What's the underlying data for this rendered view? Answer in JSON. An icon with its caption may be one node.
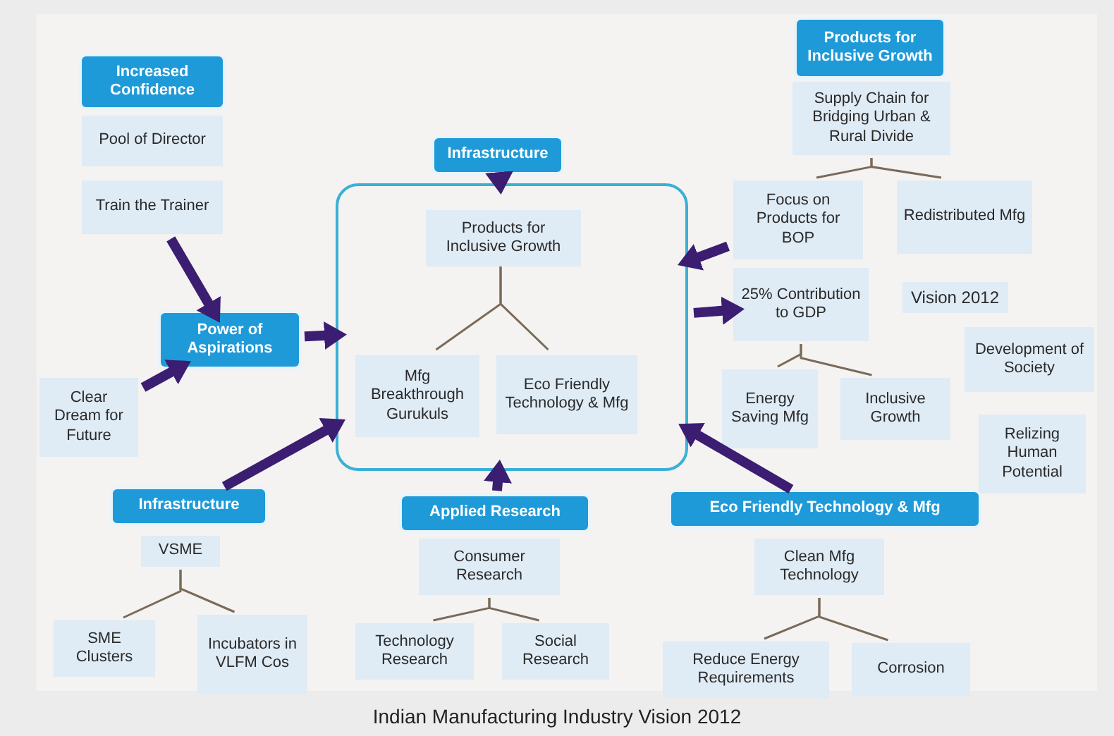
{
  "diagram": {
    "caption": "Indian Manufacturing Industry Vision 2012",
    "nodes": [
      {
        "text": [
          "Increased Confidence"
        ]
      },
      {
        "text": [
          "Pool of Director"
        ]
      },
      {
        "text": [
          "Train the Trainer"
        ]
      },
      {
        "text": [
          "Power of Aspirations"
        ]
      },
      {
        "text": [
          "Clear Dream for Future"
        ]
      },
      {
        "text": [],
        "shape": "box"
      },
      {
        "text": [
          "Products for Inclusive Growth"
        ],
        "in": 5
      },
      {
        "text": [
          "Mfg Breakthrough Gurukuls"
        ],
        "in": 5
      },
      {
        "text": [
          "Eco Friendly Technology & Mfg"
        ],
        "in": 5
      },
      {
        "text": [
          "Infrastructure"
        ]
      },
      {
        "text": [
          "Products for Inclusive Growth"
        ]
      },
      {
        "text": [
          "Supply Chain for Bridging Urban & Rural Divide"
        ]
      },
      {
        "text": [
          "Focus on Products for BOP"
        ]
      },
      {
        "text": [
          "Redistributed Mfg"
        ]
      },
      {
        "text": [
          "25% Contribution to GDP"
        ]
      },
      {
        "text": [
          "Energy Saving Mfg"
        ]
      },
      {
        "text": [
          "Inclusive Growth"
        ]
      },
      {
        "text": [
          "Development of Society"
        ]
      },
      {
        "text": [
          "Relizing Human Potential"
        ]
      },
      {
        "text": [
          "Infrastructure"
        ]
      },
      {
        "text": [
          "VSME"
        ]
      },
      {
        "text": [
          "SME Clusters"
        ]
      },
      {
        "text": [
          "Incubators in VLFM Cos"
        ]
      },
      {
        "text": [
          "Applied Research"
        ]
      },
      {
        "text": [
          "Consumer Research"
        ]
      },
      {
        "text": [
          "Technology Research"
        ]
      },
      {
        "text": [
          "Social Research"
        ]
      },
      {
        "text": [
          "Eco Friendly Technology & Mfg"
        ]
      },
      {
        "text": [
          "Clean Mfg Technology"
        ]
      },
      {
        "text": [
          "Reduce Energy Requirements"
        ]
      },
      {
        "text": [
          "Corrosion"
        ]
      }
    ],
    "edges": [
      {
        "from": 2,
        "to": 3,
        "arrow": "to",
        "style": "thick",
        "color": "#3b1d72"
      },
      {
        "from": 4,
        "to": 3,
        "arrow": "to",
        "style": "thick",
        "color": "#3b1d72"
      },
      {
        "from": 3,
        "to": 5,
        "arrow": "to",
        "style": "thick",
        "color": "#3b1d72"
      },
      {
        "from": 9,
        "to": 5,
        "arrow": "to",
        "style": "thick",
        "color": "#3b1d72"
      },
      {
        "from": 12,
        "to": 5,
        "arrow": "to",
        "style": "thick",
        "color": "#3b1d72"
      },
      {
        "from": 5,
        "to": 14,
        "arrow": "to",
        "style": "thick",
        "color": "#3b1d72"
      },
      {
        "from": 19,
        "to": 5,
        "arrow": "to",
        "style": "thick",
        "color": "#3b1d72"
      },
      {
        "from": 23,
        "to": 5,
        "arrow": "to",
        "style": "thick",
        "color": "#3b1d72"
      },
      {
        "from": 27,
        "to": 5,
        "arrow": "to",
        "style": "thick",
        "color": "#3b1d72"
      },
      {
        "from": 6,
        "to": 7,
        "arrow": "none"
      },
      {
        "from": 6,
        "to": 8,
        "arrow": "none"
      },
      {
        "from": 11,
        "to": 12,
        "arrow": "none"
      },
      {
        "from": 11,
        "to": 13,
        "arrow": "none"
      },
      {
        "from": 14,
        "to": 15,
        "arrow": "none"
      },
      {
        "from": 14,
        "to": 16,
        "arrow": "none"
      },
      {
        "from": 20,
        "to": 21,
        "arrow": "none"
      },
      {
        "from": 20,
        "to": 22,
        "arrow": "none"
      },
      {
        "from": 24,
        "to": 25,
        "arrow": "none"
      },
      {
        "from": 24,
        "to": 26,
        "arrow": "none"
      },
      {
        "from": 28,
        "to": 29,
        "arrow": "none"
      },
      {
        "from": 28,
        "to": 30,
        "arrow": "none"
      }
    ],
    "labels": [
      "Vision 2012"
    ]
  }
}
